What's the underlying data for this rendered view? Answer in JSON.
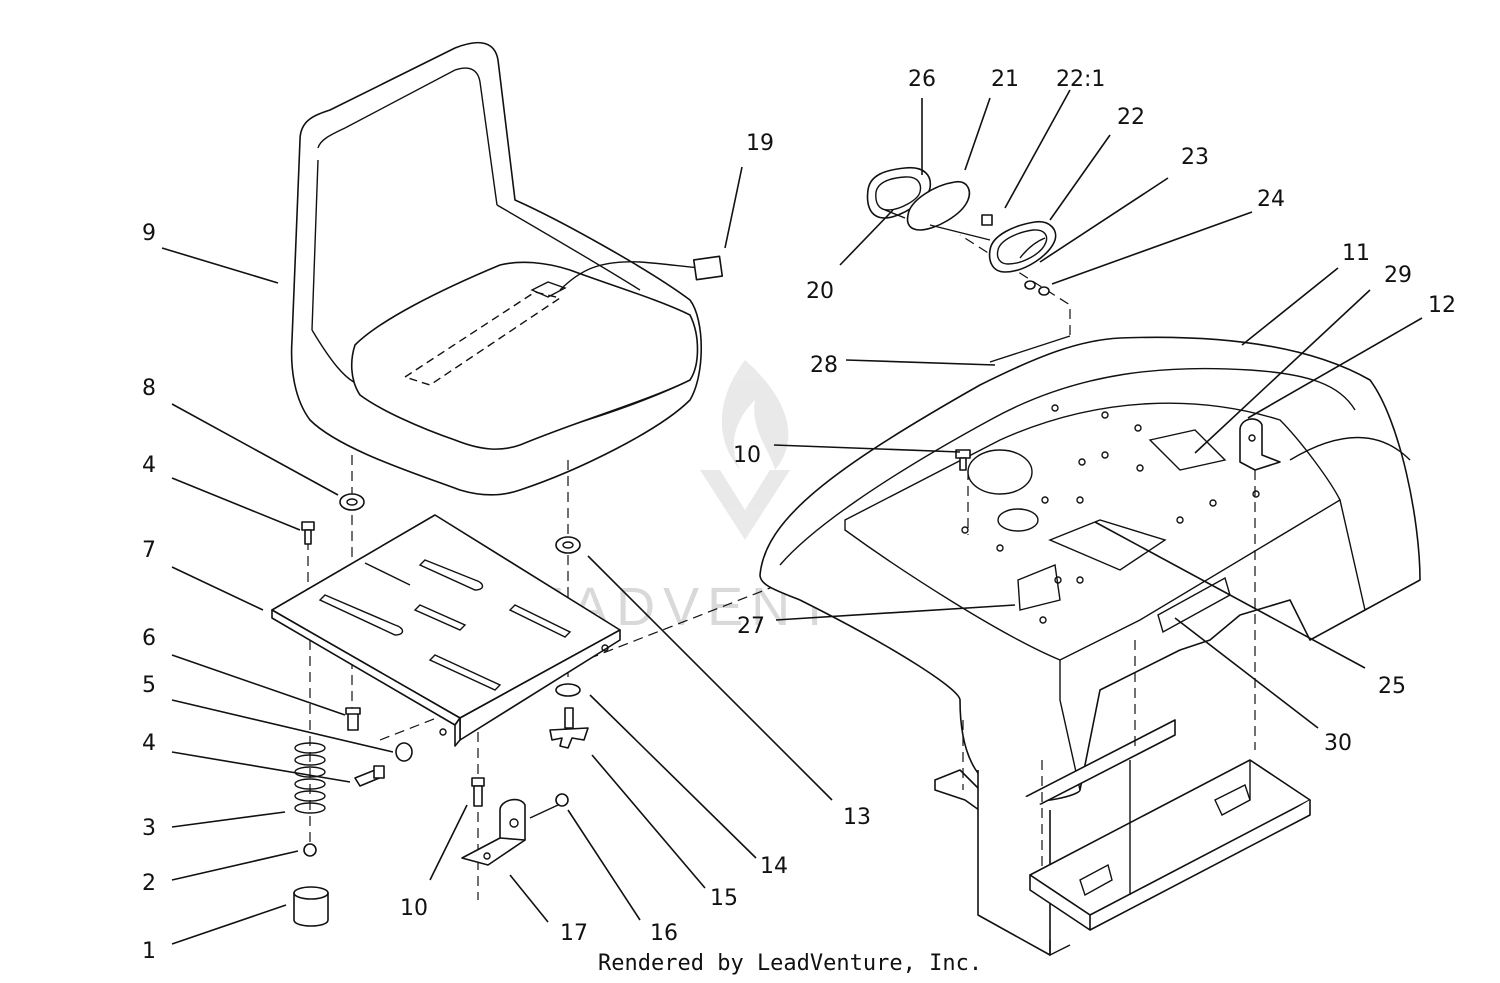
{
  "diagram": {
    "watermark": "LEADVENTURE",
    "footer": "Rendered by LeadVenture, Inc.",
    "callouts": {
      "c1": "1",
      "c2": "2",
      "c3": "3",
      "c4a": "4",
      "c4b": "4",
      "c5": "5",
      "c6": "6",
      "c7": "7",
      "c8": "8",
      "c9": "9",
      "c10a": "10",
      "c10b": "10",
      "c11": "11",
      "c12": "12",
      "c13": "13",
      "c14": "14",
      "c15": "15",
      "c16": "16",
      "c17": "17",
      "c19": "19",
      "c20": "20",
      "c21": "21",
      "c22": "22",
      "c22_1": "22:1",
      "c23": "23",
      "c24": "24",
      "c25": "25",
      "c26": "26",
      "c27": "27",
      "c28": "28",
      "c29": "29",
      "c30": "30"
    }
  }
}
